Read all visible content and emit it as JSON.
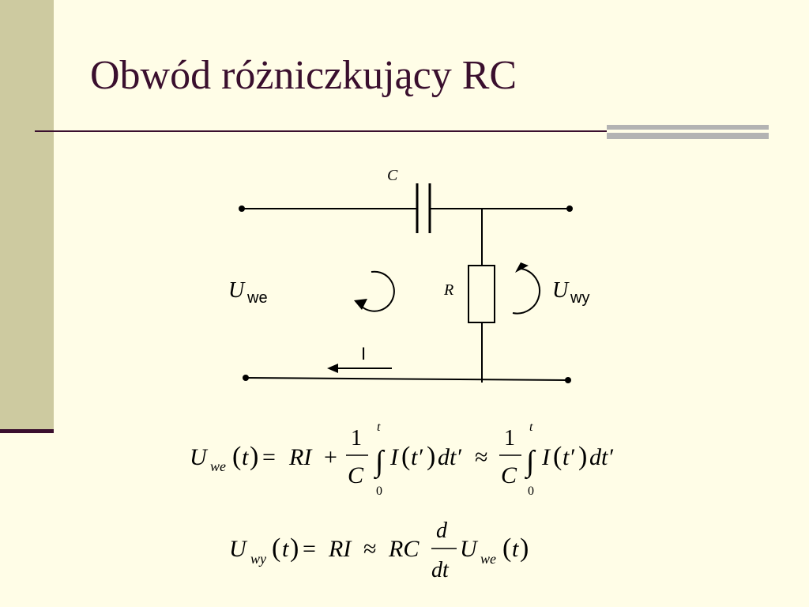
{
  "slide": {
    "title": "Obwód różniczkujący RC"
  },
  "circuit": {
    "label_c": "C",
    "label_r": "R",
    "label_i": "I",
    "label_u": "U",
    "sub_in": "we",
    "sub_out": "wy"
  },
  "equations": {
    "eq1": {
      "U": "U",
      "sub": "we",
      "t": "t",
      "equals": "=",
      "RI": "RI",
      "plus": "+",
      "one": "1",
      "C": "C",
      "integral": "∫",
      "upper": "t",
      "lower": "0",
      "I": "I",
      "tprime": "t′",
      "dtprime": "dt′",
      "approx": "≈"
    },
    "eq2": {
      "U": "U",
      "sub_out": "wy",
      "sub_in": "we",
      "t": "t",
      "equals": "=",
      "RI": "RI",
      "approx": "≈",
      "RC": "RC",
      "d": "d",
      "dt": "dt"
    }
  }
}
